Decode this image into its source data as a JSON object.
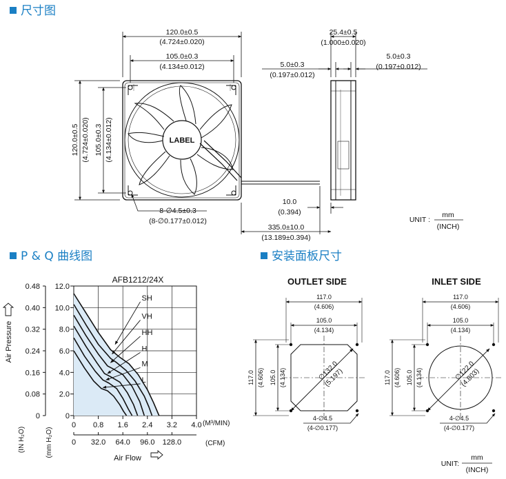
{
  "headers": {
    "dimension": "尺寸图",
    "pq": "P & Q 曲线图",
    "panel": "安装面板尺寸"
  },
  "front_view": {
    "overall_w": "120.0±0.5",
    "overall_w_in": "(4.724±0.020)",
    "hole_w": "105.0±0.3",
    "hole_w_in": "(4.134±0.012)",
    "overall_h": "120.0±0.5",
    "overall_h_in": "(4.724±0.020)",
    "hole_h": "105.0±0.3",
    "hole_h_in": "(4.134±0.012)",
    "label": "LABEL",
    "holes": "8-∅4.5±0.3",
    "holes_in": "(8-∅0.177±0.012)"
  },
  "side_view": {
    "depth": "25.4±0.5",
    "depth_in": "(1.000±0.020)",
    "flange_l": "5.0±0.3",
    "flange_l_in": "(0.197±0.012)",
    "flange_r": "5.0±0.3",
    "flange_r_in": "(0.197±0.012)",
    "strip": "10.0",
    "strip_in": "(0.394)",
    "lead": "335.0±10.0",
    "lead_in": "(13.189±0.394)"
  },
  "unit_top": {
    "label": "UNIT :",
    "num": "mm",
    "den": "(INCH)"
  },
  "chart_data": {
    "type": "line",
    "title": "AFB1212/24X",
    "x_axis": {
      "label": "Air Flow",
      "unit_primary": "(M³/MIN)",
      "unit_secondary": "(CFM)",
      "ticks_primary": [
        "0",
        "0.8",
        "1.6",
        "2.4",
        "3.2",
        "4.0"
      ],
      "ticks_secondary": [
        "0",
        "32.0",
        "64.0",
        "96.0",
        "128.0"
      ],
      "xlim": [
        0,
        4.0
      ]
    },
    "y_axis": {
      "label": "Air Pressure",
      "unit_primary": "(mm H₂O)",
      "unit_secondary": "(IN H₂O)",
      "ticks_primary": [
        "0",
        "2.0",
        "4.0",
        "6.0",
        "8.0",
        "10.0",
        "12.0"
      ],
      "ticks_secondary": [
        "0",
        "0.08",
        "0.16",
        "0.24",
        "0.32",
        "0.40",
        "0.48"
      ],
      "ylim": [
        0,
        12
      ]
    },
    "series": [
      {
        "name": "SH",
        "x": [
          0,
          0.4,
          0.8,
          1.2,
          1.5,
          1.8,
          2.1,
          2.4,
          2.6,
          2.78
        ],
        "y": [
          11.3,
          9.5,
          7.7,
          6.1,
          5.4,
          4.8,
          3.8,
          2.4,
          1.2,
          0
        ]
      },
      {
        "name": "VH",
        "x": [
          0,
          0.4,
          0.8,
          1.2,
          1.4,
          1.7,
          2.0,
          2.3,
          2.45,
          2.55
        ],
        "y": [
          10.3,
          8.4,
          6.6,
          5.3,
          4.9,
          4.2,
          3.2,
          1.8,
          0.8,
          0
        ]
      },
      {
        "name": "HH",
        "x": [
          0,
          0.4,
          0.8,
          1.1,
          1.3,
          1.6,
          1.9,
          2.15,
          2.3
        ],
        "y": [
          9.3,
          7.4,
          5.7,
          4.6,
          4.3,
          3.8,
          2.7,
          1.3,
          0
        ]
      },
      {
        "name": "H",
        "x": [
          0,
          0.4,
          0.75,
          1.0,
          1.2,
          1.5,
          1.75,
          1.95,
          2.08
        ],
        "y": [
          8.3,
          6.4,
          4.9,
          3.9,
          3.6,
          3.1,
          2.1,
          1.0,
          0
        ]
      },
      {
        "name": "M",
        "x": [
          0,
          0.35,
          0.7,
          0.95,
          1.15,
          1.4,
          1.6,
          1.78,
          1.9
        ],
        "y": [
          7.2,
          5.5,
          4.1,
          3.3,
          3.0,
          2.5,
          1.6,
          0.6,
          0
        ]
      },
      {
        "name": "L",
        "x": [
          0,
          0.35,
          0.65,
          0.9,
          1.1,
          1.3,
          1.5,
          1.62,
          1.72
        ],
        "y": [
          6.0,
          4.4,
          3.2,
          2.5,
          2.3,
          1.8,
          1.0,
          0.4,
          0
        ]
      }
    ],
    "grid": true
  },
  "panels": {
    "outlet": {
      "title": "OUTLET SIDE",
      "diameter": "∅132.0",
      "diameter_in": "(5.197)"
    },
    "inlet": {
      "title": "INLET SIDE",
      "diameter": "∅122.0",
      "diameter_in": "(4.803)"
    },
    "w117": "117.0",
    "w117_in": "(4.606)",
    "w105": "105.0",
    "w105_in": "(4.134)",
    "h117": "117.0",
    "h117_in": "(4.606)",
    "h105": "105.0",
    "h105_in": "(4.134)",
    "holes": "4-∅4.5",
    "holes_in": "(4-∅0.177)"
  },
  "unit_bottom": {
    "label": "UNIT:",
    "num": "mm",
    "den": "(INCH)"
  }
}
